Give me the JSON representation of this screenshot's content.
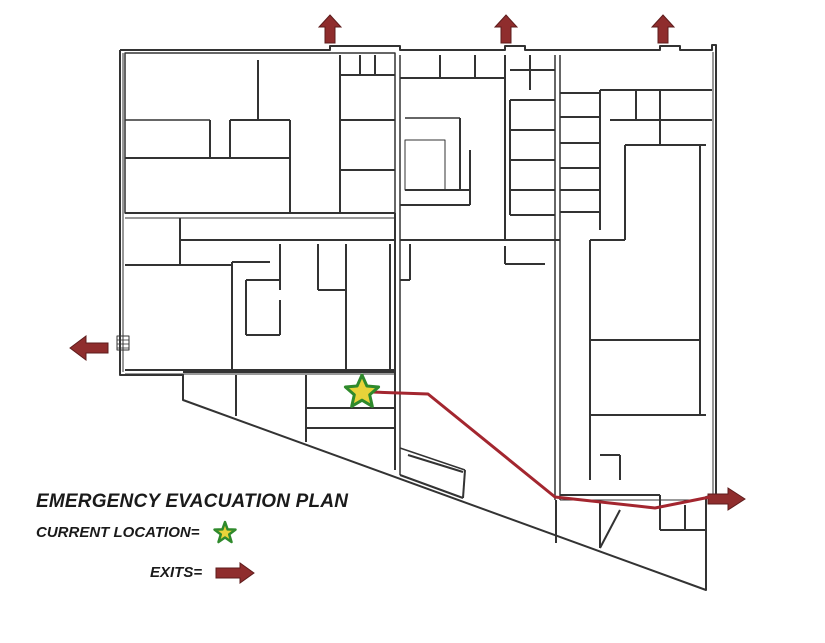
{
  "title": "EMERGENCY EVACUATION PLAN",
  "legend": {
    "current_location_label": "CURRENT LOCATION=",
    "exits_label": "EXITS="
  },
  "colors": {
    "exit_arrow": "#8f2d2d",
    "route": "#a3262f",
    "star_fill": "#e8d33a",
    "star_stroke": "#2f8a2c",
    "wall": "#333333"
  },
  "icons": {
    "exit": "exit-arrow-icon",
    "location": "current-location-star-icon"
  }
}
